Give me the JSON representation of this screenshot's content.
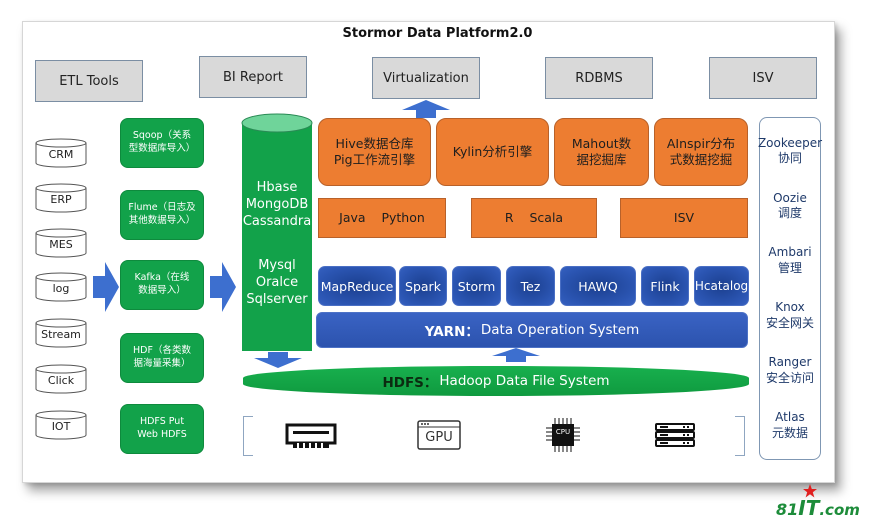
{
  "title": "Stormor Data Platform2.0",
  "top_boxes": [
    "ETL Tools",
    "BI Report",
    "Virtualization",
    "RDBMS",
    "ISV"
  ],
  "sources": [
    "CRM",
    "ERP",
    "MES",
    "log",
    "Stream",
    "Click",
    "IOT"
  ],
  "ingest": [
    {
      "line1": "Sqoop（关系",
      "line2": "型数据库导入）"
    },
    {
      "line1": "Flume（日志及",
      "line2": "其他数据导入）"
    },
    {
      "line1": "Kafka（在线",
      "line2": "数据导入）"
    },
    {
      "line1": "HDF（各类数",
      "line2": "据海量采集）"
    },
    {
      "line1": "HDFS Put",
      "line2": "Web HDFS"
    }
  ],
  "db_cylinder": {
    "nosql": [
      "Hbase",
      "MongoDB",
      "Cassandra"
    ],
    "sql": [
      "Mysql",
      "Oralce",
      "Sqlserver"
    ]
  },
  "engines": [
    {
      "line1": "Hive数据仓库",
      "line2": "Pig工作流引擎"
    },
    {
      "line1": "Kylin分析引擎",
      "line2": ""
    },
    {
      "line1": "Mahout数",
      "line2": "据挖掘库"
    },
    {
      "line1": "AInspir分布",
      "line2": "式数据挖掘"
    }
  ],
  "languages": [
    "Java    Python",
    "R    Scala",
    "ISV"
  ],
  "compute": [
    "MapReduce",
    "Spark",
    "Storm",
    "Tez",
    "HAWQ",
    "Flink",
    "Hcatalog"
  ],
  "yarn": {
    "bold": "YARN：",
    "text": "Data Operation System"
  },
  "hdfs": {
    "bold": "HDFS：",
    "text": "Hadoop Data File System"
  },
  "hardware": [
    "memory-icon",
    "gpu-icon",
    "cpu-icon",
    "server-rack-icon"
  ],
  "hardware_labels": {
    "gpu": "GPU",
    "cpu": "CPU"
  },
  "management": [
    {
      "name": "Zookeeper",
      "desc": "协同"
    },
    {
      "name": "Oozie",
      "desc": "调度"
    },
    {
      "name": "Ambari",
      "desc": "管理"
    },
    {
      "name": "Knox",
      "desc": "安全网关"
    },
    {
      "name": "Ranger",
      "desc": "安全访问"
    },
    {
      "name": "Atlas",
      "desc": "元数据"
    }
  ],
  "watermark": {
    "num": "81",
    "it": "IT",
    "com": ".com"
  },
  "colors": {
    "green": "#12a24a",
    "orange": "#ed7d31",
    "blue": "#2b55b2",
    "gray_box": "#d9d9d9",
    "arrow_blue": "#3d6fcf",
    "star_red": "#e02020"
  }
}
